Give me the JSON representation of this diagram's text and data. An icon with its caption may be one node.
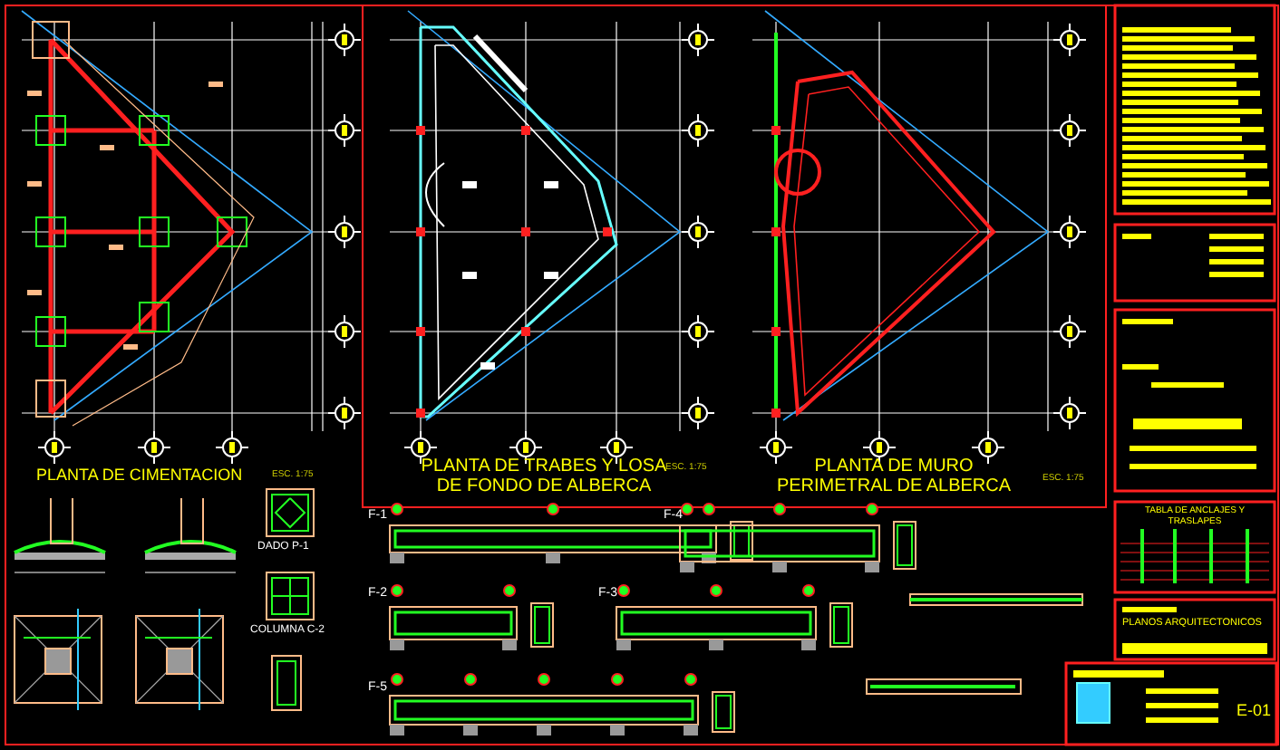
{
  "diagram": {
    "labels": [
      "PLANTA DE CIMENTACION",
      "ESC. 1:75",
      "PLANTA DE TRABES Y LOSA DE FONDO DE ALBERCA",
      "ESC. 1:75",
      "PLANTA DE MURO PERIMETRAL DE ALBERCA",
      "ESC. 1:75",
      "F-1",
      "F-4",
      "TABLA DE ANCLAJES Y TRASLAPES",
      "DADO P-1",
      "F-2",
      "F-3",
      "PLANOS ARQUITECTONICOS",
      "COLUMNA C-2",
      "F-5",
      "E-01"
    ]
  }
}
